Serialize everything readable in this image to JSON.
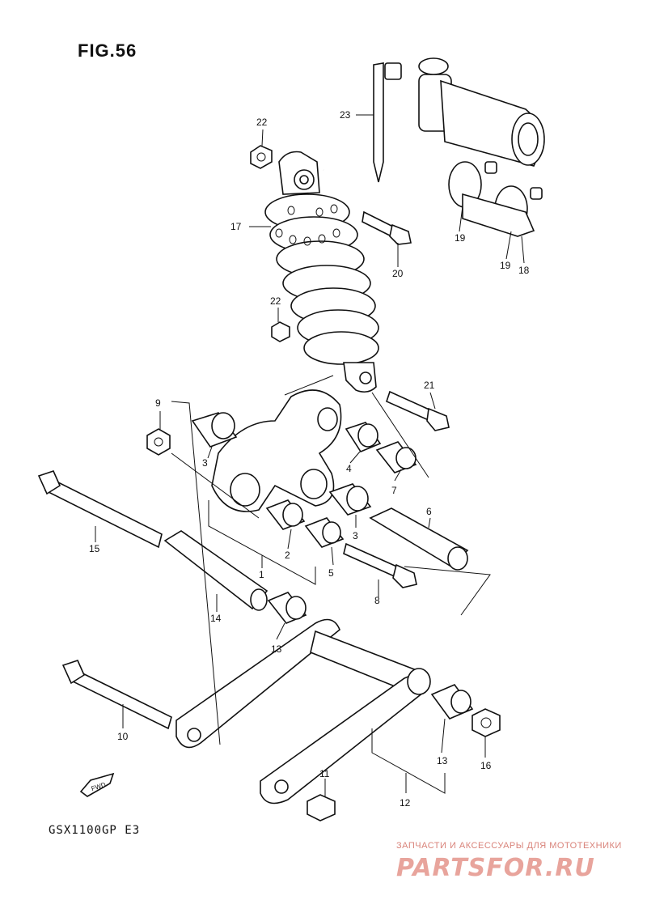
{
  "figure": {
    "title": "FIG.56",
    "model": "GSX1100GP  E3",
    "fwd_label": "FWD"
  },
  "watermark": {
    "caption": "ЗАПЧАСТИ И АКСЕССУАРЫ ДЛЯ МОТОТЕХНИКИ",
    "brand": "PARTSFOR.RU",
    "color": "#d9837a"
  },
  "callouts": {
    "c1": "1",
    "c2": "2",
    "c3a": "3",
    "c3b": "3",
    "c4": "4",
    "c5": "5",
    "c6": "6",
    "c7": "7",
    "c8": "8",
    "c9": "9",
    "c10": "10",
    "c11": "11",
    "c12": "12",
    "c13a": "13",
    "c13b": "13",
    "c14": "14",
    "c15": "15",
    "c16": "16",
    "c17": "17",
    "c18": "18",
    "c19a": "19",
    "c19b": "19",
    "c20": "20",
    "c21": "21",
    "c22a": "22",
    "c22b": "22",
    "c23": "23"
  }
}
